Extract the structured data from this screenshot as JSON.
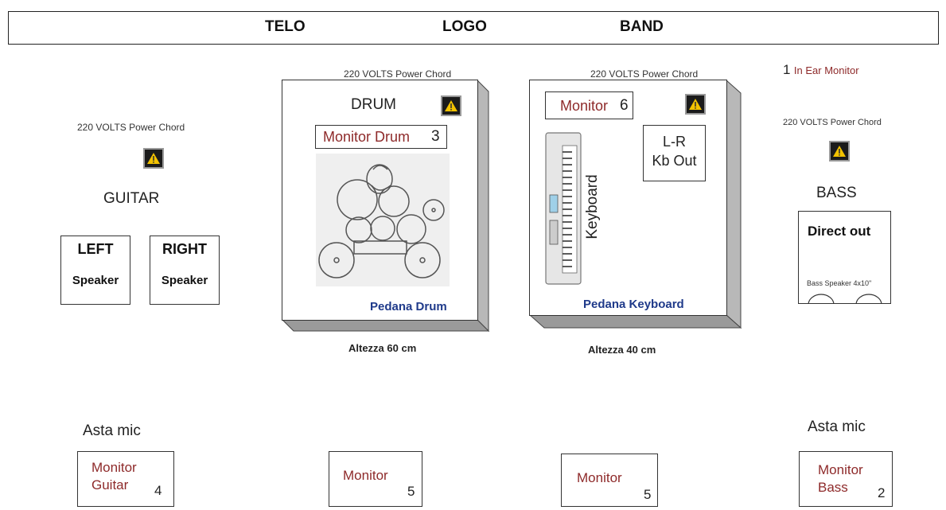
{
  "banner": {
    "left": "TELO",
    "center": "LOGO",
    "right": "BAND"
  },
  "power_label": "220 VOLTS Power Chord",
  "in_ear": {
    "number": "1",
    "label": "In Ear Monitor"
  },
  "guitar": {
    "title": "GUITAR",
    "left_speaker": {
      "top": "LEFT",
      "bottom": "Speaker"
    },
    "right_speaker": {
      "top": "RIGHT",
      "bottom": "Speaker"
    }
  },
  "drum": {
    "title": "DRUM",
    "monitor_label": "Monitor Drum",
    "monitor_number": "3",
    "platform_label": "Pedana Drum",
    "height": "Altezza 60 cm"
  },
  "keyboard": {
    "monitor_label": "Monitor",
    "monitor_number": "6",
    "lr_line1": "L-R",
    "lr_line2": "Kb Out",
    "instrument_label": "Keyboard",
    "platform_label": "Pedana Keyboard",
    "height": "Altezza 40 cm"
  },
  "bass": {
    "title": "BASS",
    "direct_out": "Direct out",
    "speaker_label": "Bass Speaker 4x10\""
  },
  "mic_stand": "Asta mic",
  "bottom_monitors": [
    {
      "line1": "Monitor",
      "line2": "Guitar",
      "number": "4"
    },
    {
      "line1": "Monitor",
      "number": "5"
    },
    {
      "line1": "Monitor",
      "number": "5"
    },
    {
      "line1": "Monitor",
      "line2": "Bass",
      "number": "2"
    }
  ],
  "colors": {
    "monitor_text": "#8e2a2a",
    "platform_label": "#1f3a8a",
    "warning_bg": "#1b1b1b",
    "warning_icon": "#f2c200"
  }
}
